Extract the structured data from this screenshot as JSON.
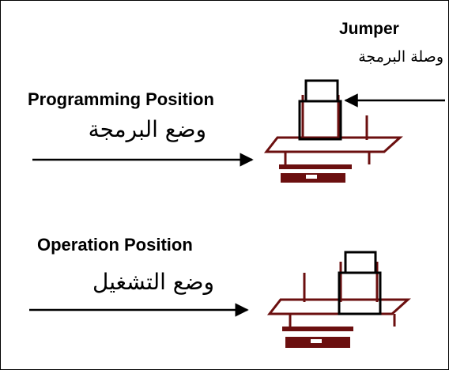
{
  "colors": {
    "text": "#000000",
    "board": "#6b0f0f",
    "jumper": "#000000",
    "background": "#ffffff"
  },
  "jumper": {
    "title": "Jumper",
    "arabic": "وصلة البرمجة"
  },
  "programming": {
    "title": "Programming Position",
    "arabic": "وضع البرمجة"
  },
  "operation": {
    "title": "Operation Position",
    "arabic": "وضع التشغيل"
  }
}
